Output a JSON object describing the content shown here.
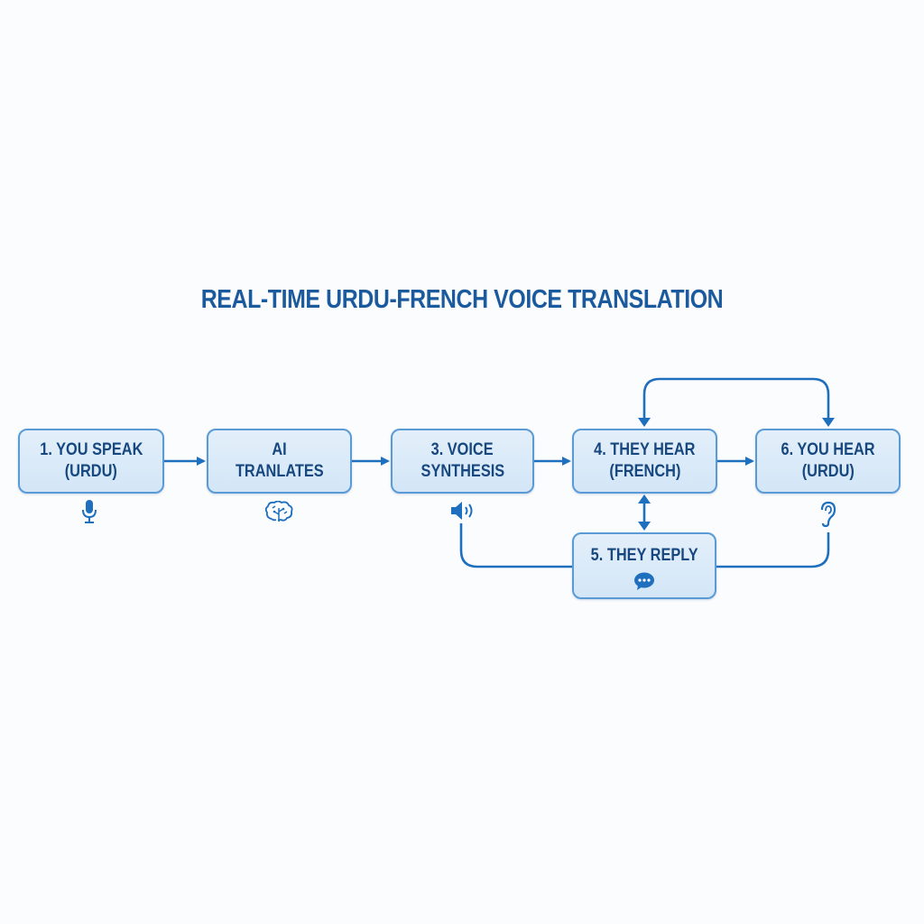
{
  "title": "REAL-TIME URDU-FRENCH VOICE TRANSLATION",
  "colors": {
    "title": "#1c5a9e",
    "box_border": "#5b9bd5",
    "box_fill": "#dbeaf8",
    "box_text": "#17477f",
    "arrow": "#1f6fbf"
  },
  "steps": [
    {
      "id": "step1",
      "line1": "1. YOU SPEAK",
      "line2": "(URDU)",
      "icon": "microphone-icon"
    },
    {
      "id": "step2",
      "line1": "AI",
      "line2": "TRANLATES",
      "icon": "brain-icon"
    },
    {
      "id": "step3",
      "line1": "3. VOICE",
      "line2": "SYNTHESIS",
      "icon": "speaker-icon"
    },
    {
      "id": "step4",
      "line1": "4. THEY HEAR",
      "line2": "(FRENCH)",
      "icon": null
    },
    {
      "id": "step5",
      "line1": "5. THEY REPLY",
      "line2": "",
      "icon": "chat-bubble-icon"
    },
    {
      "id": "step6",
      "line1": "6. YOU HEAR",
      "line2": "(URDU)",
      "icon": "ear-icon"
    }
  ],
  "connections": [
    {
      "from": "step1",
      "to": "step2",
      "type": "arrow"
    },
    {
      "from": "step2",
      "to": "step3",
      "type": "arrow"
    },
    {
      "from": "step3",
      "to": "step4",
      "type": "arrow"
    },
    {
      "from": "step4",
      "to": "step6",
      "type": "arrow"
    },
    {
      "from": "step4",
      "to": "step5",
      "type": "bidirectional-arrow"
    },
    {
      "from": "top-loop",
      "to": [
        "step4",
        "step6"
      ],
      "type": "bracket-arrows-down"
    },
    {
      "from": "step5",
      "to": "step3",
      "type": "line"
    },
    {
      "from": "step5",
      "to": "step6",
      "type": "line"
    }
  ]
}
